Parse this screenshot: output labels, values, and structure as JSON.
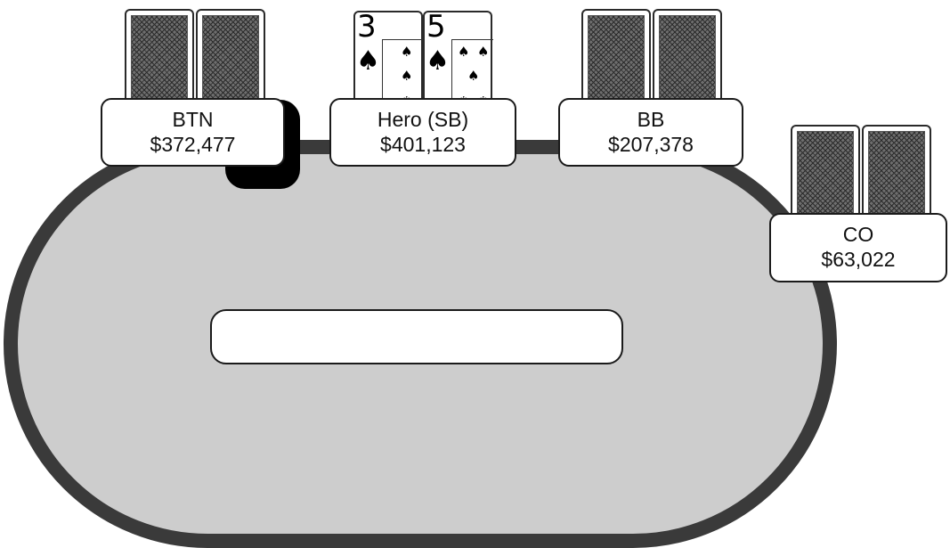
{
  "colors": {
    "felt": "#cdcdcd",
    "rail": "#3a3a3a",
    "dealer_button": "#000000",
    "card_back_pattern": "#6e6e6e"
  },
  "seats": {
    "btn": {
      "position": "BTN",
      "stack": "$372,477",
      "cards": "face-down"
    },
    "hero": {
      "position": "Hero (SB)",
      "stack": "$401,123",
      "cards": [
        {
          "rank": "3",
          "suit": "♠"
        },
        {
          "rank": "5",
          "suit": "♠"
        }
      ]
    },
    "bb": {
      "position": "BB",
      "stack": "$207,378",
      "cards": "face-down"
    },
    "co": {
      "position": "CO",
      "stack": "$63,022",
      "cards": "face-down"
    }
  },
  "dealer_button_icon": "dealer-button",
  "board": {
    "cards": []
  }
}
